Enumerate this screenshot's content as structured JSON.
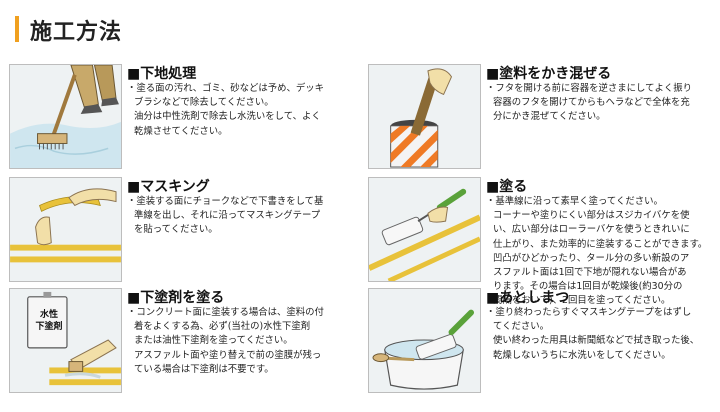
{
  "header": {
    "title": "施工方法"
  },
  "steps": [
    {
      "title": "■下地処理",
      "lines": [
        "・塗る面の汚れ、ゴミ、砂などは予め、デッキ",
        "ブラシなどで除去してください。",
        "油分は中性洗剤で除去し水洗いをして、よく",
        "乾燥させてください。"
      ]
    },
    {
      "title": "■マスキング",
      "lines": [
        "・塗装する面にチョークなどで下書きをして基",
        "準線を出し、それに沿ってマスキングテープ",
        "を貼ってください。"
      ]
    },
    {
      "title": "■下塗剤を塗る",
      "can_label_line1": "水性",
      "can_label_line2": "下塗剤",
      "lines": [
        "・コンクリート面に塗装する場合は、塗料の付",
        "着をよくする為、必ず(当社の)水性下塗剤",
        "または油性下塗剤を塗ってください。",
        "アスファルト面や塗り替えで前の塗膜が残っ",
        "ている場合は下塗剤は不要です。"
      ]
    },
    {
      "title": "■塗料をかき混ぜる",
      "lines": [
        "・フタを開ける前に容器を逆さまにしてよく振り",
        "容器のフタを開けてからもヘラなどで全体を充",
        "分にかき混ぜてください。"
      ]
    },
    {
      "title": "■塗る",
      "lines": [
        "・基準線に沿って素早く塗ってください。",
        "コーナーや塗りにくい部分はスジカイバケを使",
        "い、広い部分はローラーバケを使うときれいに",
        "仕上がり、また効率的に塗装することができます。",
        "凹凸がひどかったり、タール分の多い新設のア",
        "スファルト面は1回で下地が隠れない場合があ",
        "ります。その場合は1回目が乾燥後(約30分の",
        "間隔をおいて)、2回目を塗ってください。"
      ]
    },
    {
      "title": "■あとしまつ",
      "lines": [
        "・塗り終わったらすぐマスキングテープをはずし",
        "てください。",
        "使い終わった用具は新聞紙などで拭き取った後、",
        "乾燥しないうちに水洗いをしてください。"
      ]
    }
  ]
}
